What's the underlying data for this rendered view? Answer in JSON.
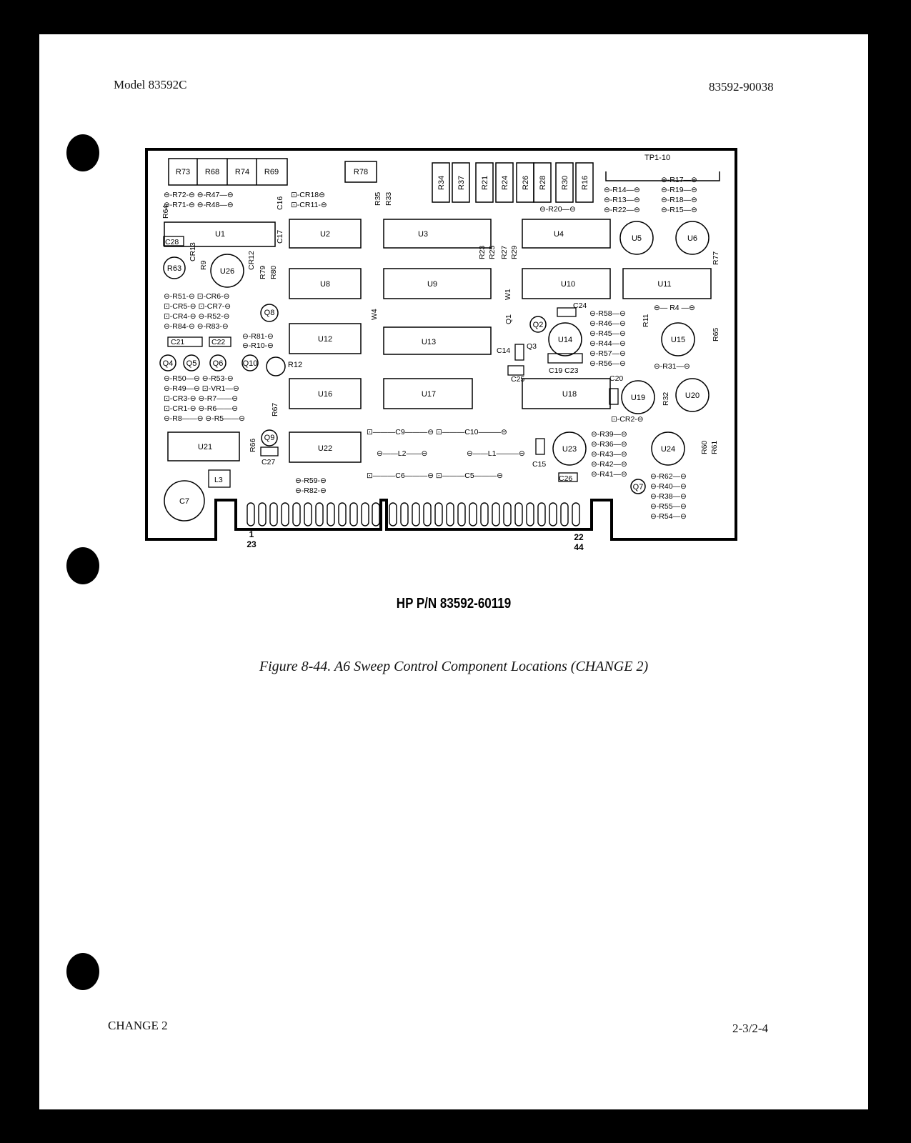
{
  "header": {
    "left": "Model 83592C",
    "right": "83592-90038"
  },
  "footer": {
    "left": "CHANGE 2",
    "right": "2-3/2-4"
  },
  "board": {
    "part_number": "HP P/N 83592-60119",
    "connector_left_labels": [
      "1",
      "23"
    ],
    "connector_right_labels": [
      "22",
      "44"
    ],
    "test_point": "TP1-10",
    "component_labels": {
      "top_resistors": [
        "R73",
        "R68",
        "R74",
        "R69",
        "R78"
      ],
      "vertical_resistors": [
        "R34",
        "R37",
        "R21",
        "R24",
        "R26",
        "R28",
        "R30",
        "R16"
      ],
      "ics": [
        "U1",
        "U2",
        "U3",
        "U4",
        "U5",
        "U6",
        "U8",
        "U9",
        "U10",
        "U11",
        "U12",
        "U13",
        "U14",
        "U15",
        "U16",
        "U17",
        "U18",
        "U19",
        "U20",
        "U21",
        "U22",
        "U23",
        "U24",
        "U26"
      ]
    }
  },
  "caption": "Figure 8-44.    A6 Sweep Control Component Locations (CHANGE 2)"
}
